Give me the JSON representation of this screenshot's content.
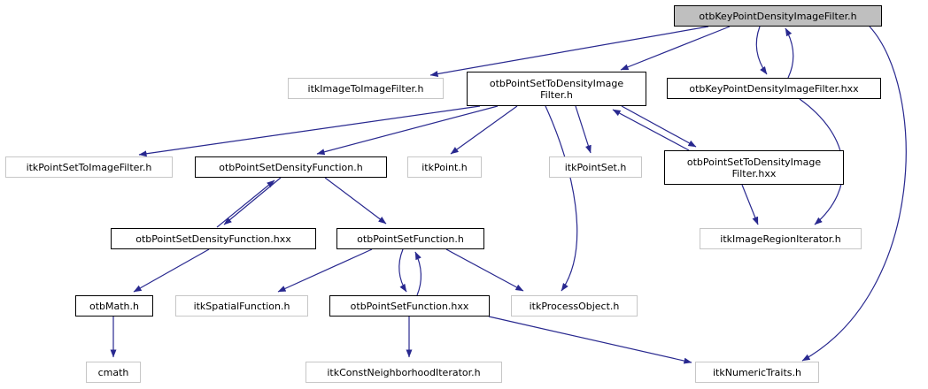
{
  "diagram": {
    "type": "include-dependency-graph",
    "root": "otbKeyPointDensityImageFilter.h",
    "colors": {
      "edge": "#28288f",
      "selected_node_fill": "#bfbfbf",
      "internal_node_border": "#000000",
      "external_node_border": "#c6c6c6",
      "background": "#ffffff"
    },
    "nodes": [
      {
        "id": "kpdif-h",
        "label": "otbKeyPointDensityImageFilter.h",
        "kind": "selected"
      },
      {
        "id": "itk-i2i-h",
        "label": "itkImageToImageFilter.h",
        "kind": "external"
      },
      {
        "id": "pstdif-h",
        "label": "otbPointSetToDensityImage\nFilter.h",
        "kind": "internal"
      },
      {
        "id": "kpdif-hxx",
        "label": "otbKeyPointDensityImageFilter.hxx",
        "kind": "internal"
      },
      {
        "id": "itk-ps2if-h",
        "label": "itkPointSetToImageFilter.h",
        "kind": "external"
      },
      {
        "id": "psdf-h",
        "label": "otbPointSetDensityFunction.h",
        "kind": "internal"
      },
      {
        "id": "itk-point-h",
        "label": "itkPoint.h",
        "kind": "external"
      },
      {
        "id": "itk-pointset-h",
        "label": "itkPointSet.h",
        "kind": "external"
      },
      {
        "id": "pstdif-hxx",
        "label": "otbPointSetToDensityImage\nFilter.hxx",
        "kind": "internal"
      },
      {
        "id": "psdf-hxx",
        "label": "otbPointSetDensityFunction.hxx",
        "kind": "internal"
      },
      {
        "id": "psf-h",
        "label": "otbPointSetFunction.h",
        "kind": "internal"
      },
      {
        "id": "itk-iri-h",
        "label": "itkImageRegionIterator.h",
        "kind": "external"
      },
      {
        "id": "otb-math-h",
        "label": "otbMath.h",
        "kind": "internal"
      },
      {
        "id": "itk-sf-h",
        "label": "itkSpatialFunction.h",
        "kind": "external"
      },
      {
        "id": "psf-hxx",
        "label": "otbPointSetFunction.hxx",
        "kind": "internal"
      },
      {
        "id": "itk-po-h",
        "label": "itkProcessObject.h",
        "kind": "external"
      },
      {
        "id": "cmath",
        "label": "cmath",
        "kind": "external"
      },
      {
        "id": "itk-cni-h",
        "label": "itkConstNeighborhoodIterator.h",
        "kind": "external"
      },
      {
        "id": "itk-nt-h",
        "label": "itkNumericTraits.h",
        "kind": "external"
      }
    ],
    "edges": [
      {
        "from": "otbKeyPointDensityImageFilter.h",
        "to": "itkImageToImageFilter.h"
      },
      {
        "from": "otbKeyPointDensityImageFilter.h",
        "to": "otbPointSetToDensityImageFilter.h"
      },
      {
        "from": "otbKeyPointDensityImageFilter.h",
        "to": "otbKeyPointDensityImageFilter.hxx"
      },
      {
        "from": "otbKeyPointDensityImageFilter.hxx",
        "to": "otbKeyPointDensityImageFilter.h"
      },
      {
        "from": "otbKeyPointDensityImageFilter.h",
        "to": "itkNumericTraits.h"
      },
      {
        "from": "otbPointSetToDensityImageFilter.h",
        "to": "itkPointSetToImageFilter.h"
      },
      {
        "from": "otbPointSetToDensityImageFilter.h",
        "to": "otbPointSetDensityFunction.h"
      },
      {
        "from": "otbPointSetToDensityImageFilter.h",
        "to": "itkPoint.h"
      },
      {
        "from": "otbPointSetToDensityImageFilter.h",
        "to": "itkPointSet.h"
      },
      {
        "from": "otbPointSetToDensityImageFilter.h",
        "to": "otbPointSetToDensityImageFilter.hxx"
      },
      {
        "from": "otbPointSetToDensityImageFilter.hxx",
        "to": "otbPointSetToDensityImageFilter.h"
      },
      {
        "from": "otbPointSetToDensityImageFilter.h",
        "to": "itkProcessObject.h"
      },
      {
        "from": "otbPointSetToDensityImageFilter.hxx",
        "to": "itkImageRegionIterator.h"
      },
      {
        "from": "otbKeyPointDensityImageFilter.hxx",
        "to": "itkImageRegionIterator.h"
      },
      {
        "from": "otbPointSetDensityFunction.h",
        "to": "otbPointSetDensityFunction.hxx"
      },
      {
        "from": "otbPointSetDensityFunction.hxx",
        "to": "otbPointSetDensityFunction.h"
      },
      {
        "from": "otbPointSetDensityFunction.h",
        "to": "otbPointSetFunction.h"
      },
      {
        "from": "otbPointSetDensityFunction.hxx",
        "to": "otbMath.h"
      },
      {
        "from": "otbMath.h",
        "to": "cmath"
      },
      {
        "from": "otbPointSetFunction.h",
        "to": "itkSpatialFunction.h"
      },
      {
        "from": "otbPointSetFunction.h",
        "to": "otbPointSetFunction.hxx"
      },
      {
        "from": "otbPointSetFunction.hxx",
        "to": "otbPointSetFunction.h"
      },
      {
        "from": "otbPointSetFunction.h",
        "to": "itkProcessObject.h"
      },
      {
        "from": "otbPointSetFunction.hxx",
        "to": "itkConstNeighborhoodIterator.h"
      },
      {
        "from": "otbPointSetFunction.hxx",
        "to": "itkNumericTraits.h"
      }
    ]
  }
}
